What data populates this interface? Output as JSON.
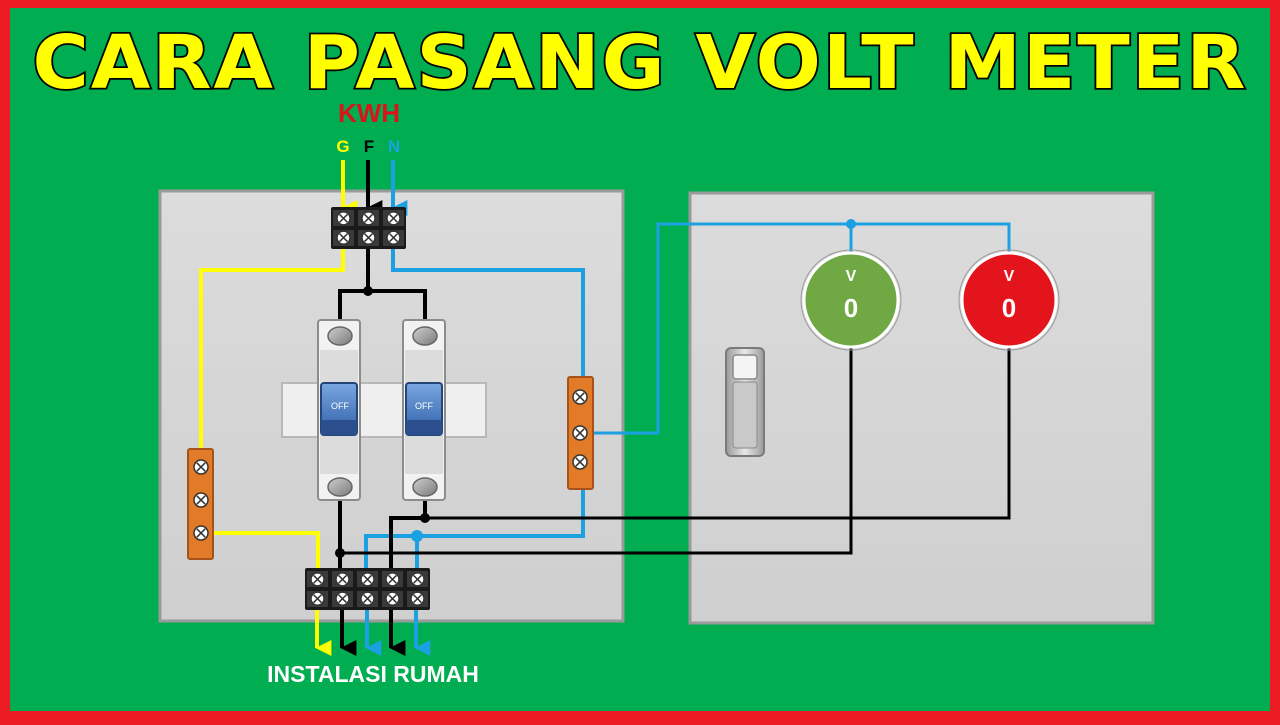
{
  "title": "CARA PASANG VOLT METER",
  "source_label": "KWH",
  "terminals": {
    "ground": "G",
    "phase": "F",
    "neutral": "N"
  },
  "breakers": [
    {
      "state": "OFF"
    },
    {
      "state": "OFF"
    }
  ],
  "meters": [
    {
      "unit": "V",
      "reading": "0",
      "color": "#70a844"
    },
    {
      "unit": "V",
      "reading": "0",
      "color": "#e3141b"
    }
  ],
  "output_label": "INSTALASI RUMAH",
  "colors": {
    "background": "#00ad50",
    "border": "#ed1c24",
    "title_fill": "#ffff00",
    "ground_wire": "#ffff00",
    "phase_wire": "#000000",
    "neutral_wire": "#1ba1e2",
    "panel": "#d9d9d9",
    "busbar": "#e27b27",
    "kwh_label": "#d9141a"
  }
}
